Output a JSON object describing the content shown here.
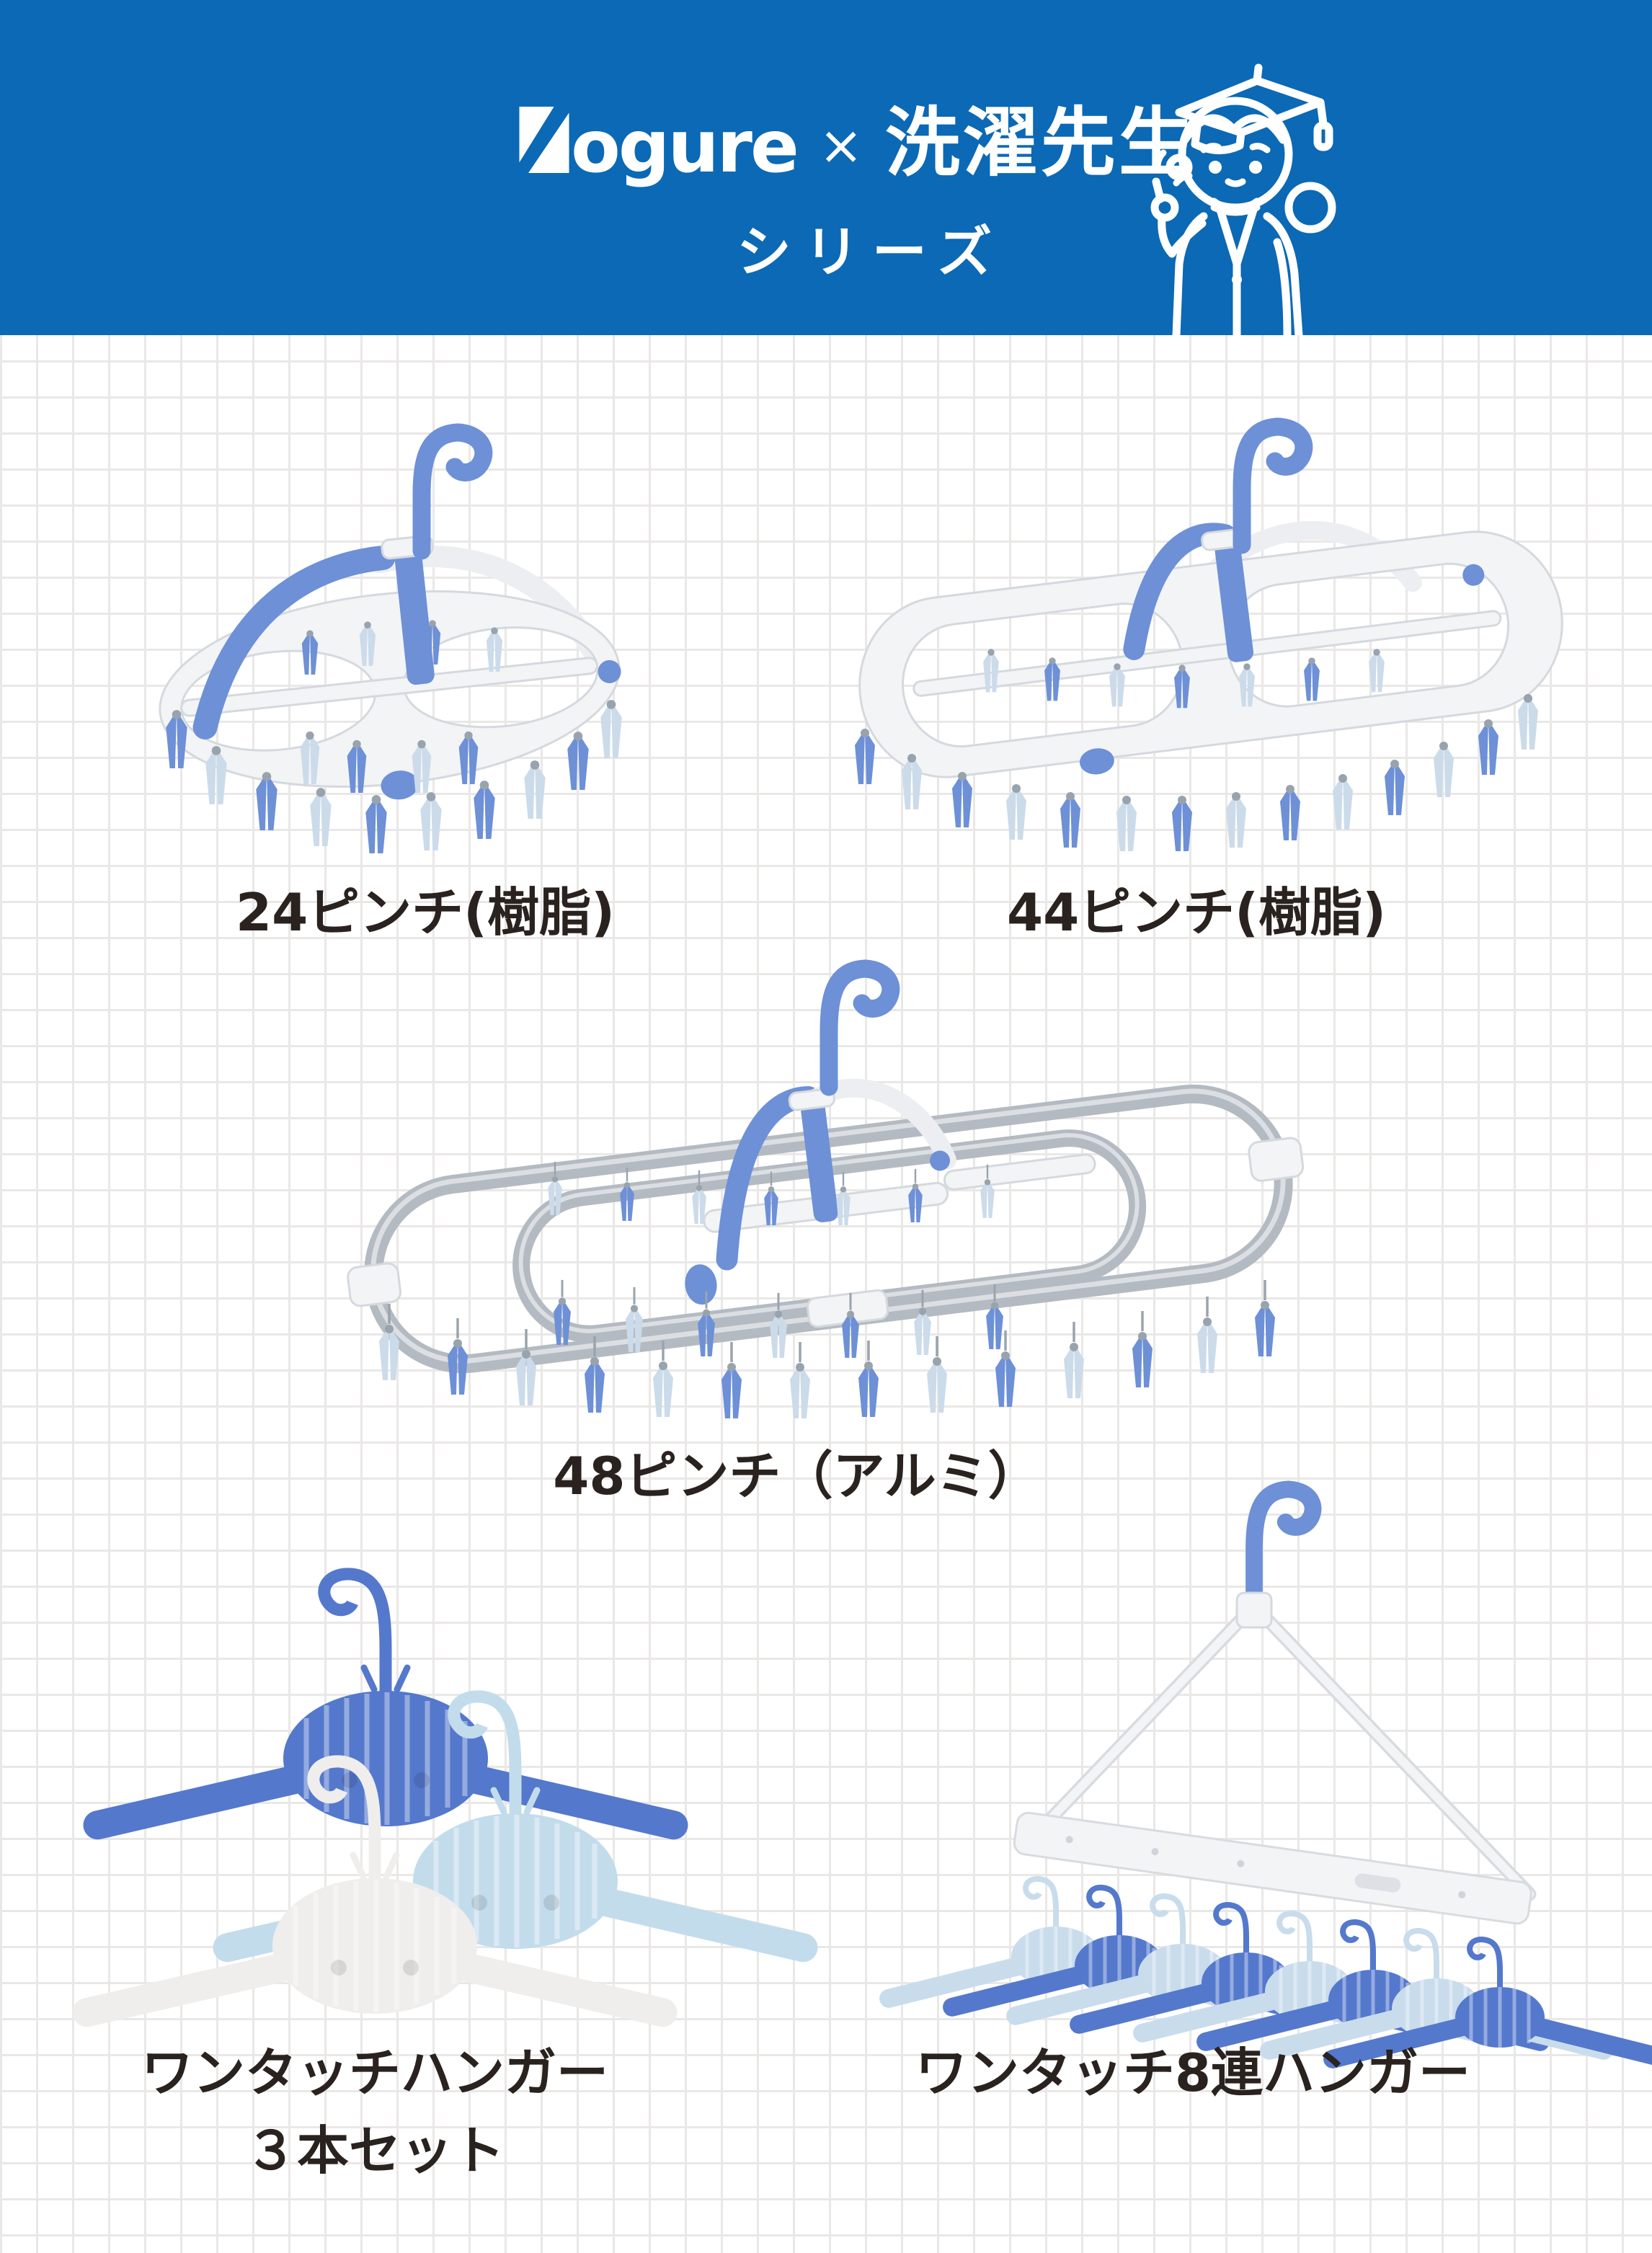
{
  "header": {
    "brand_logo_full": "Kogure",
    "brand_rest": "ogure",
    "collab_mark": "×",
    "partner_logo": "洗濯先生",
    "series_label": "シリーズ",
    "bg_color": "#0b69b5",
    "mascot": "laundry-teacher-with-graduation-cap"
  },
  "products": [
    {
      "name": "pinch-hanger-24-resin",
      "caption": "24ピンチ(樹脂)"
    },
    {
      "name": "pinch-hanger-44-resin",
      "caption": "44ピンチ(樹脂)"
    },
    {
      "name": "pinch-hanger-48-aluminum",
      "caption": "48ピンチ（アルミ）"
    },
    {
      "name": "one-touch-hanger-3set",
      "caption_line1": "ワンタッチハンガー",
      "caption_line2": "３本セット"
    },
    {
      "name": "one-touch-8-hanger",
      "caption": "ワンタッチ8連ハンガー"
    }
  ],
  "colors": {
    "header_blue": "#0b69b5",
    "hook_blue": "#6d90d7",
    "deep_hanger_blue": "#5478cc",
    "pale_blue": "#ccdbea",
    "white_plastic": "#f2f4f6",
    "aluminum": "#b4bac1",
    "caption_text": "#29221e",
    "grid_line": "#eae8e7"
  }
}
